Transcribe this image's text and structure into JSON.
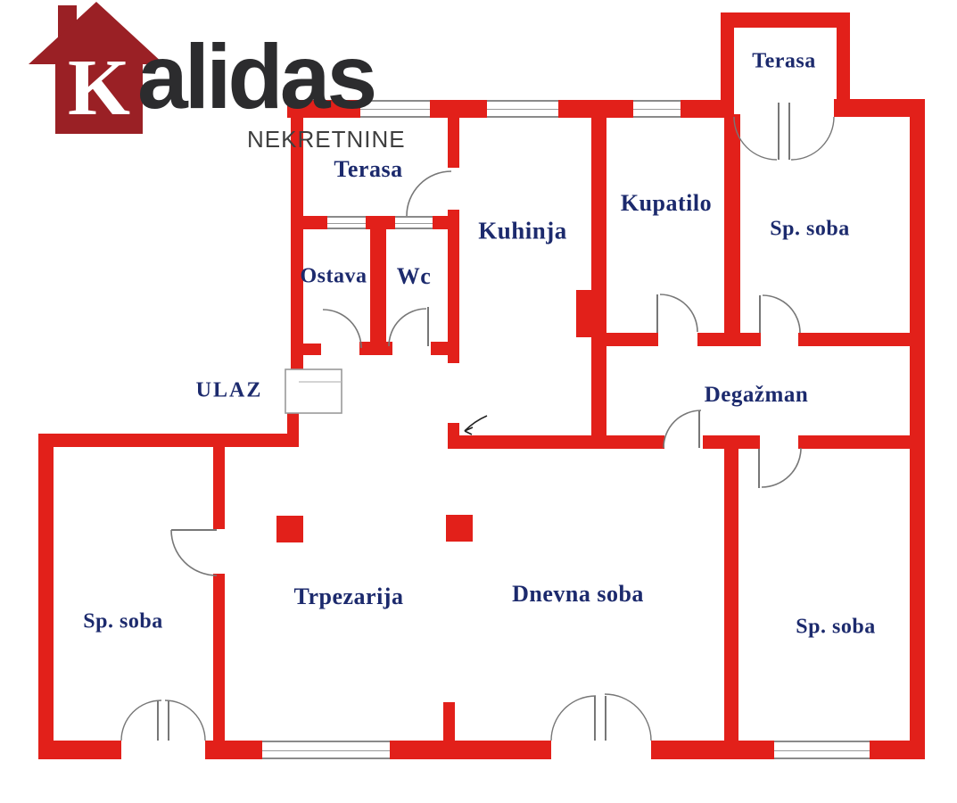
{
  "logo": {
    "k": "K",
    "brand_rest": "alidas",
    "subtitle": "NEKRETNINE"
  },
  "colors": {
    "wall_red": "#e2201a",
    "label_navy": "#1c2a6d",
    "logo_house_red": "#9a2025",
    "logo_text_dark": "#2c2c2e",
    "logo_subtitle_gray": "#3f3f3f",
    "line_gray": "#8a8a8a"
  },
  "rooms": {
    "terasa_top_left": "Terasa",
    "terasa_top_right": "Terasa",
    "kuhinja": "Kuhinja",
    "kupatilo": "Kupatilo",
    "sp_soba_top_right": "Sp. soba",
    "ostava": "Ostava",
    "wc": "Wc",
    "ulaz": "ULAZ",
    "degazman": "Degažman",
    "sp_soba_left": "Sp. soba",
    "trpezarija": "Trpezarija",
    "dnevna_soba": "Dnevna soba",
    "sp_soba_bottom_right": "Sp. soba"
  }
}
